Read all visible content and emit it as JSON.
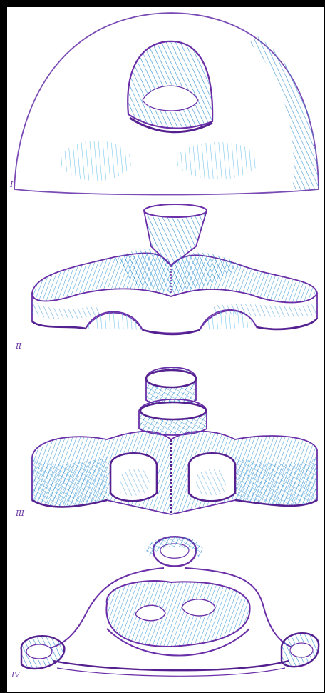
{
  "panels": [
    {
      "id": "panel-1",
      "label": "I"
    },
    {
      "id": "panel-2",
      "label": "II"
    },
    {
      "id": "panel-3",
      "label": "III"
    },
    {
      "id": "panel-4",
      "label": "IV"
    }
  ],
  "colors": {
    "background": "#000000",
    "paper": "#ffffff",
    "outline": "#6a2fa8",
    "hatch": "#2f8fd0",
    "hatch_light": "#6ec3ea"
  }
}
